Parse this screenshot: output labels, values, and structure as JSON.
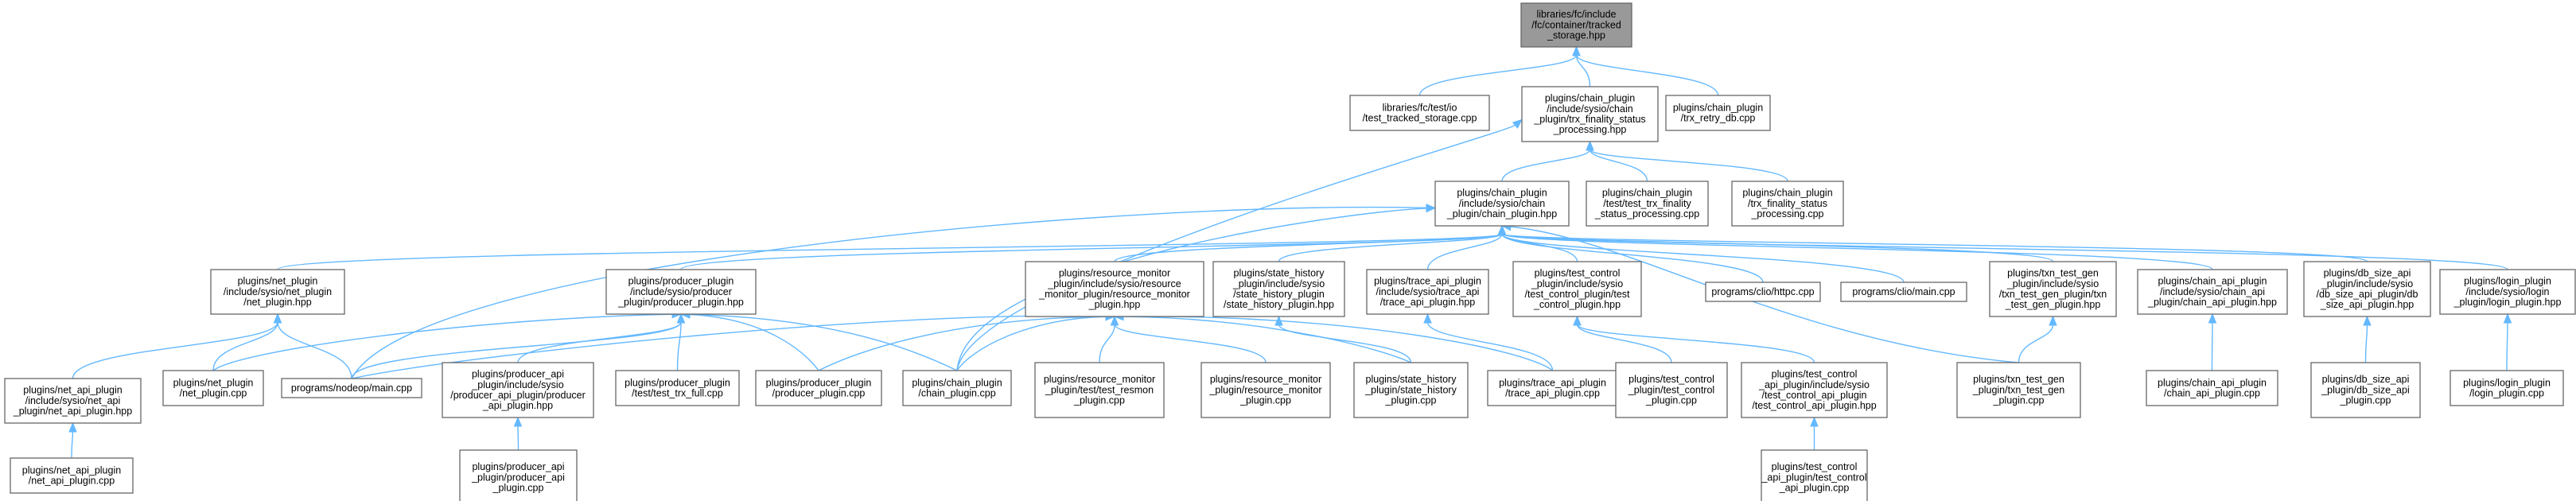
{
  "graph": {
    "kind": "include dependency graph",
    "colors": {
      "edge": "#63b8ff",
      "node_border": "#666666",
      "root_fill": "#999999",
      "node_fill": "#ffffff"
    },
    "nodes": [
      {
        "id": "root",
        "lines": [
          "libraries/fc/include",
          "/fc/container/tracked",
          "_storage.hpp"
        ]
      },
      {
        "id": "tts",
        "lines": [
          "libraries/fc/test/io",
          "/test_tracked_storage.cpp"
        ]
      },
      {
        "id": "tfsp",
        "lines": [
          "plugins/chain_plugin",
          "/include/sysio/chain",
          "_plugin/trx_finality_status",
          "_processing.hpp"
        ]
      },
      {
        "id": "trxretry",
        "lines": [
          "plugins/chain_plugin",
          "/trx_retry_db.cpp"
        ]
      },
      {
        "id": "chainhpp",
        "lines": [
          "plugins/chain_plugin",
          "/include/sysio/chain",
          "_plugin/chain_plugin.hpp"
        ]
      },
      {
        "id": "testtfsp",
        "lines": [
          "plugins/chain_plugin",
          "/test/test_trx_finality",
          "_status_processing.cpp"
        ]
      },
      {
        "id": "tfspcpp",
        "lines": [
          "plugins/chain_plugin",
          "/trx_finality_status",
          "_processing.cpp"
        ]
      },
      {
        "id": "nethpp",
        "lines": [
          "plugins/net_plugin",
          "/include/sysio/net_plugin",
          "/net_plugin.hpp"
        ]
      },
      {
        "id": "prodhpp",
        "lines": [
          "plugins/producer_plugin",
          "/include/sysio/producer",
          "_plugin/producer_plugin.hpp"
        ]
      },
      {
        "id": "rmhpp",
        "lines": [
          "plugins/resource_monitor",
          "_plugin/include/sysio/resource",
          "_monitor_plugin/resource_monitor",
          "_plugin.hpp"
        ]
      },
      {
        "id": "shhpp",
        "lines": [
          "plugins/state_history",
          "_plugin/include/sysio",
          "/state_history_plugin",
          "/state_history_plugin.hpp"
        ]
      },
      {
        "id": "tracehpp",
        "lines": [
          "plugins/trace_api_plugin",
          "/include/sysio/trace_api",
          "/trace_api_plugin.hpp"
        ]
      },
      {
        "id": "tchpp",
        "lines": [
          "plugins/test_control",
          "_plugin/include/sysio",
          "/test_control_plugin/test",
          "_control_plugin.hpp"
        ]
      },
      {
        "id": "httpc",
        "lines": [
          "programs/clio/httpc.cpp"
        ]
      },
      {
        "id": "cliomain",
        "lines": [
          "programs/clio/main.cpp"
        ]
      },
      {
        "id": "txnhpp",
        "lines": [
          "plugins/txn_test_gen",
          "_plugin/include/sysio",
          "/txn_test_gen_plugin/txn",
          "_test_gen_plugin.hpp"
        ]
      },
      {
        "id": "chainapihpp",
        "lines": [
          "plugins/chain_api_plugin",
          "/include/sysio/chain_api",
          "_plugin/chain_api_plugin.hpp"
        ]
      },
      {
        "id": "dbhpp",
        "lines": [
          "plugins/db_size_api",
          "_plugin/include/sysio",
          "/db_size_api_plugin/db",
          "_size_api_plugin.hpp"
        ]
      },
      {
        "id": "loginhpp",
        "lines": [
          "plugins/login_plugin",
          "/include/sysio/login",
          "_plugin/login_plugin.hpp"
        ]
      },
      {
        "id": "netapihpp",
        "lines": [
          "plugins/net_api_plugin",
          "/include/sysio/net_api",
          "_plugin/net_api_plugin.hpp"
        ]
      },
      {
        "id": "netcpp",
        "lines": [
          "plugins/net_plugin",
          "/net_plugin.cpp"
        ]
      },
      {
        "id": "nodeopmain",
        "lines": [
          "programs/nodeop/main.cpp"
        ]
      },
      {
        "id": "prodapihpp",
        "lines": [
          "plugins/producer_api",
          "_plugin/include/sysio",
          "/producer_api_plugin/producer",
          "_api_plugin.hpp"
        ]
      },
      {
        "id": "testtrxfull",
        "lines": [
          "plugins/producer_plugin",
          "/test/test_trx_full.cpp"
        ]
      },
      {
        "id": "prodcpp",
        "lines": [
          "plugins/producer_plugin",
          "/producer_plugin.cpp"
        ]
      },
      {
        "id": "chaincpp",
        "lines": [
          "plugins/chain_plugin",
          "/chain_plugin.cpp"
        ]
      },
      {
        "id": "testresmon",
        "lines": [
          "plugins/resource_monitor",
          "_plugin/test/test_resmon",
          "_plugin.cpp"
        ]
      },
      {
        "id": "rmcpp",
        "lines": [
          "plugins/resource_monitor",
          "_plugin/resource_monitor",
          "_plugin.cpp"
        ]
      },
      {
        "id": "shcpp",
        "lines": [
          "plugins/state_history",
          "_plugin/state_history",
          "_plugin.cpp"
        ]
      },
      {
        "id": "tracecpp",
        "lines": [
          "plugins/trace_api_plugin",
          "/trace_api_plugin.cpp"
        ]
      },
      {
        "id": "tccpp",
        "lines": [
          "plugins/test_control",
          "_plugin/test_control",
          "_plugin.cpp"
        ]
      },
      {
        "id": "tcapihpp",
        "lines": [
          "plugins/test_control",
          "_api_plugin/include/sysio",
          "/test_control_api_plugin",
          "/test_control_api_plugin.hpp"
        ]
      },
      {
        "id": "txncpp",
        "lines": [
          "plugins/txn_test_gen",
          "_plugin/txn_test_gen",
          "_plugin.cpp"
        ]
      },
      {
        "id": "chainapicpp",
        "lines": [
          "plugins/chain_api_plugin",
          "/chain_api_plugin.cpp"
        ]
      },
      {
        "id": "dbcpp",
        "lines": [
          "plugins/db_size_api",
          "_plugin/db_size_api",
          "_plugin.cpp"
        ]
      },
      {
        "id": "logincpp",
        "lines": [
          "plugins/login_plugin",
          "/login_plugin.cpp"
        ]
      },
      {
        "id": "netapicpp",
        "lines": [
          "plugins/net_api_plugin",
          "/net_api_plugin.cpp"
        ]
      },
      {
        "id": "prodapicpp",
        "lines": [
          "plugins/producer_api",
          "_plugin/producer_api",
          "_plugin.cpp"
        ]
      },
      {
        "id": "tcapicpp",
        "lines": [
          "plugins/test_control",
          "_api_plugin/test_control",
          "_api_plugin.cpp"
        ]
      }
    ],
    "edges": [
      [
        "root",
        "tts"
      ],
      [
        "root",
        "tfsp"
      ],
      [
        "root",
        "trxretry"
      ],
      [
        "tfsp",
        "chainhpp"
      ],
      [
        "tfsp",
        "testtfsp"
      ],
      [
        "tfsp",
        "tfspcpp"
      ],
      [
        "tfsp",
        "chaincpp"
      ],
      [
        "chainhpp",
        "nethpp"
      ],
      [
        "chainhpp",
        "prodhpp"
      ],
      [
        "chainhpp",
        "rmhpp"
      ],
      [
        "chainhpp",
        "shhpp"
      ],
      [
        "chainhpp",
        "tracehpp"
      ],
      [
        "chainhpp",
        "tchpp"
      ],
      [
        "chainhpp",
        "httpc"
      ],
      [
        "chainhpp",
        "cliomain"
      ],
      [
        "chainhpp",
        "txnhpp"
      ],
      [
        "chainhpp",
        "chainapihpp"
      ],
      [
        "chainhpp",
        "dbhpp"
      ],
      [
        "chainhpp",
        "loginhpp"
      ],
      [
        "chainhpp",
        "nodeopmain"
      ],
      [
        "chainhpp",
        "chaincpp"
      ],
      [
        "chainhpp",
        "txncpp"
      ],
      [
        "nethpp",
        "netapihpp"
      ],
      [
        "nethpp",
        "netcpp"
      ],
      [
        "nethpp",
        "nodeopmain"
      ],
      [
        "prodhpp",
        "nodeopmain"
      ],
      [
        "prodhpp",
        "netcpp"
      ],
      [
        "prodhpp",
        "prodapihpp"
      ],
      [
        "prodhpp",
        "testtrxfull"
      ],
      [
        "prodhpp",
        "prodcpp"
      ],
      [
        "prodhpp",
        "chaincpp"
      ],
      [
        "rmhpp",
        "nodeopmain"
      ],
      [
        "rmhpp",
        "prodcpp"
      ],
      [
        "rmhpp",
        "chaincpp"
      ],
      [
        "rmhpp",
        "testresmon"
      ],
      [
        "rmhpp",
        "rmcpp"
      ],
      [
        "rmhpp",
        "shcpp"
      ],
      [
        "rmhpp",
        "tracecpp"
      ],
      [
        "shhpp",
        "shcpp"
      ],
      [
        "tracehpp",
        "tracecpp"
      ],
      [
        "tchpp",
        "tccpp"
      ],
      [
        "tchpp",
        "tcapihpp"
      ],
      [
        "txnhpp",
        "txncpp"
      ],
      [
        "chainapihpp",
        "chainapicpp"
      ],
      [
        "dbhpp",
        "dbcpp"
      ],
      [
        "loginhpp",
        "logincpp"
      ],
      [
        "netapihpp",
        "netapicpp"
      ],
      [
        "prodapihpp",
        "prodapicpp"
      ],
      [
        "tcapihpp",
        "tcapicpp"
      ]
    ]
  }
}
